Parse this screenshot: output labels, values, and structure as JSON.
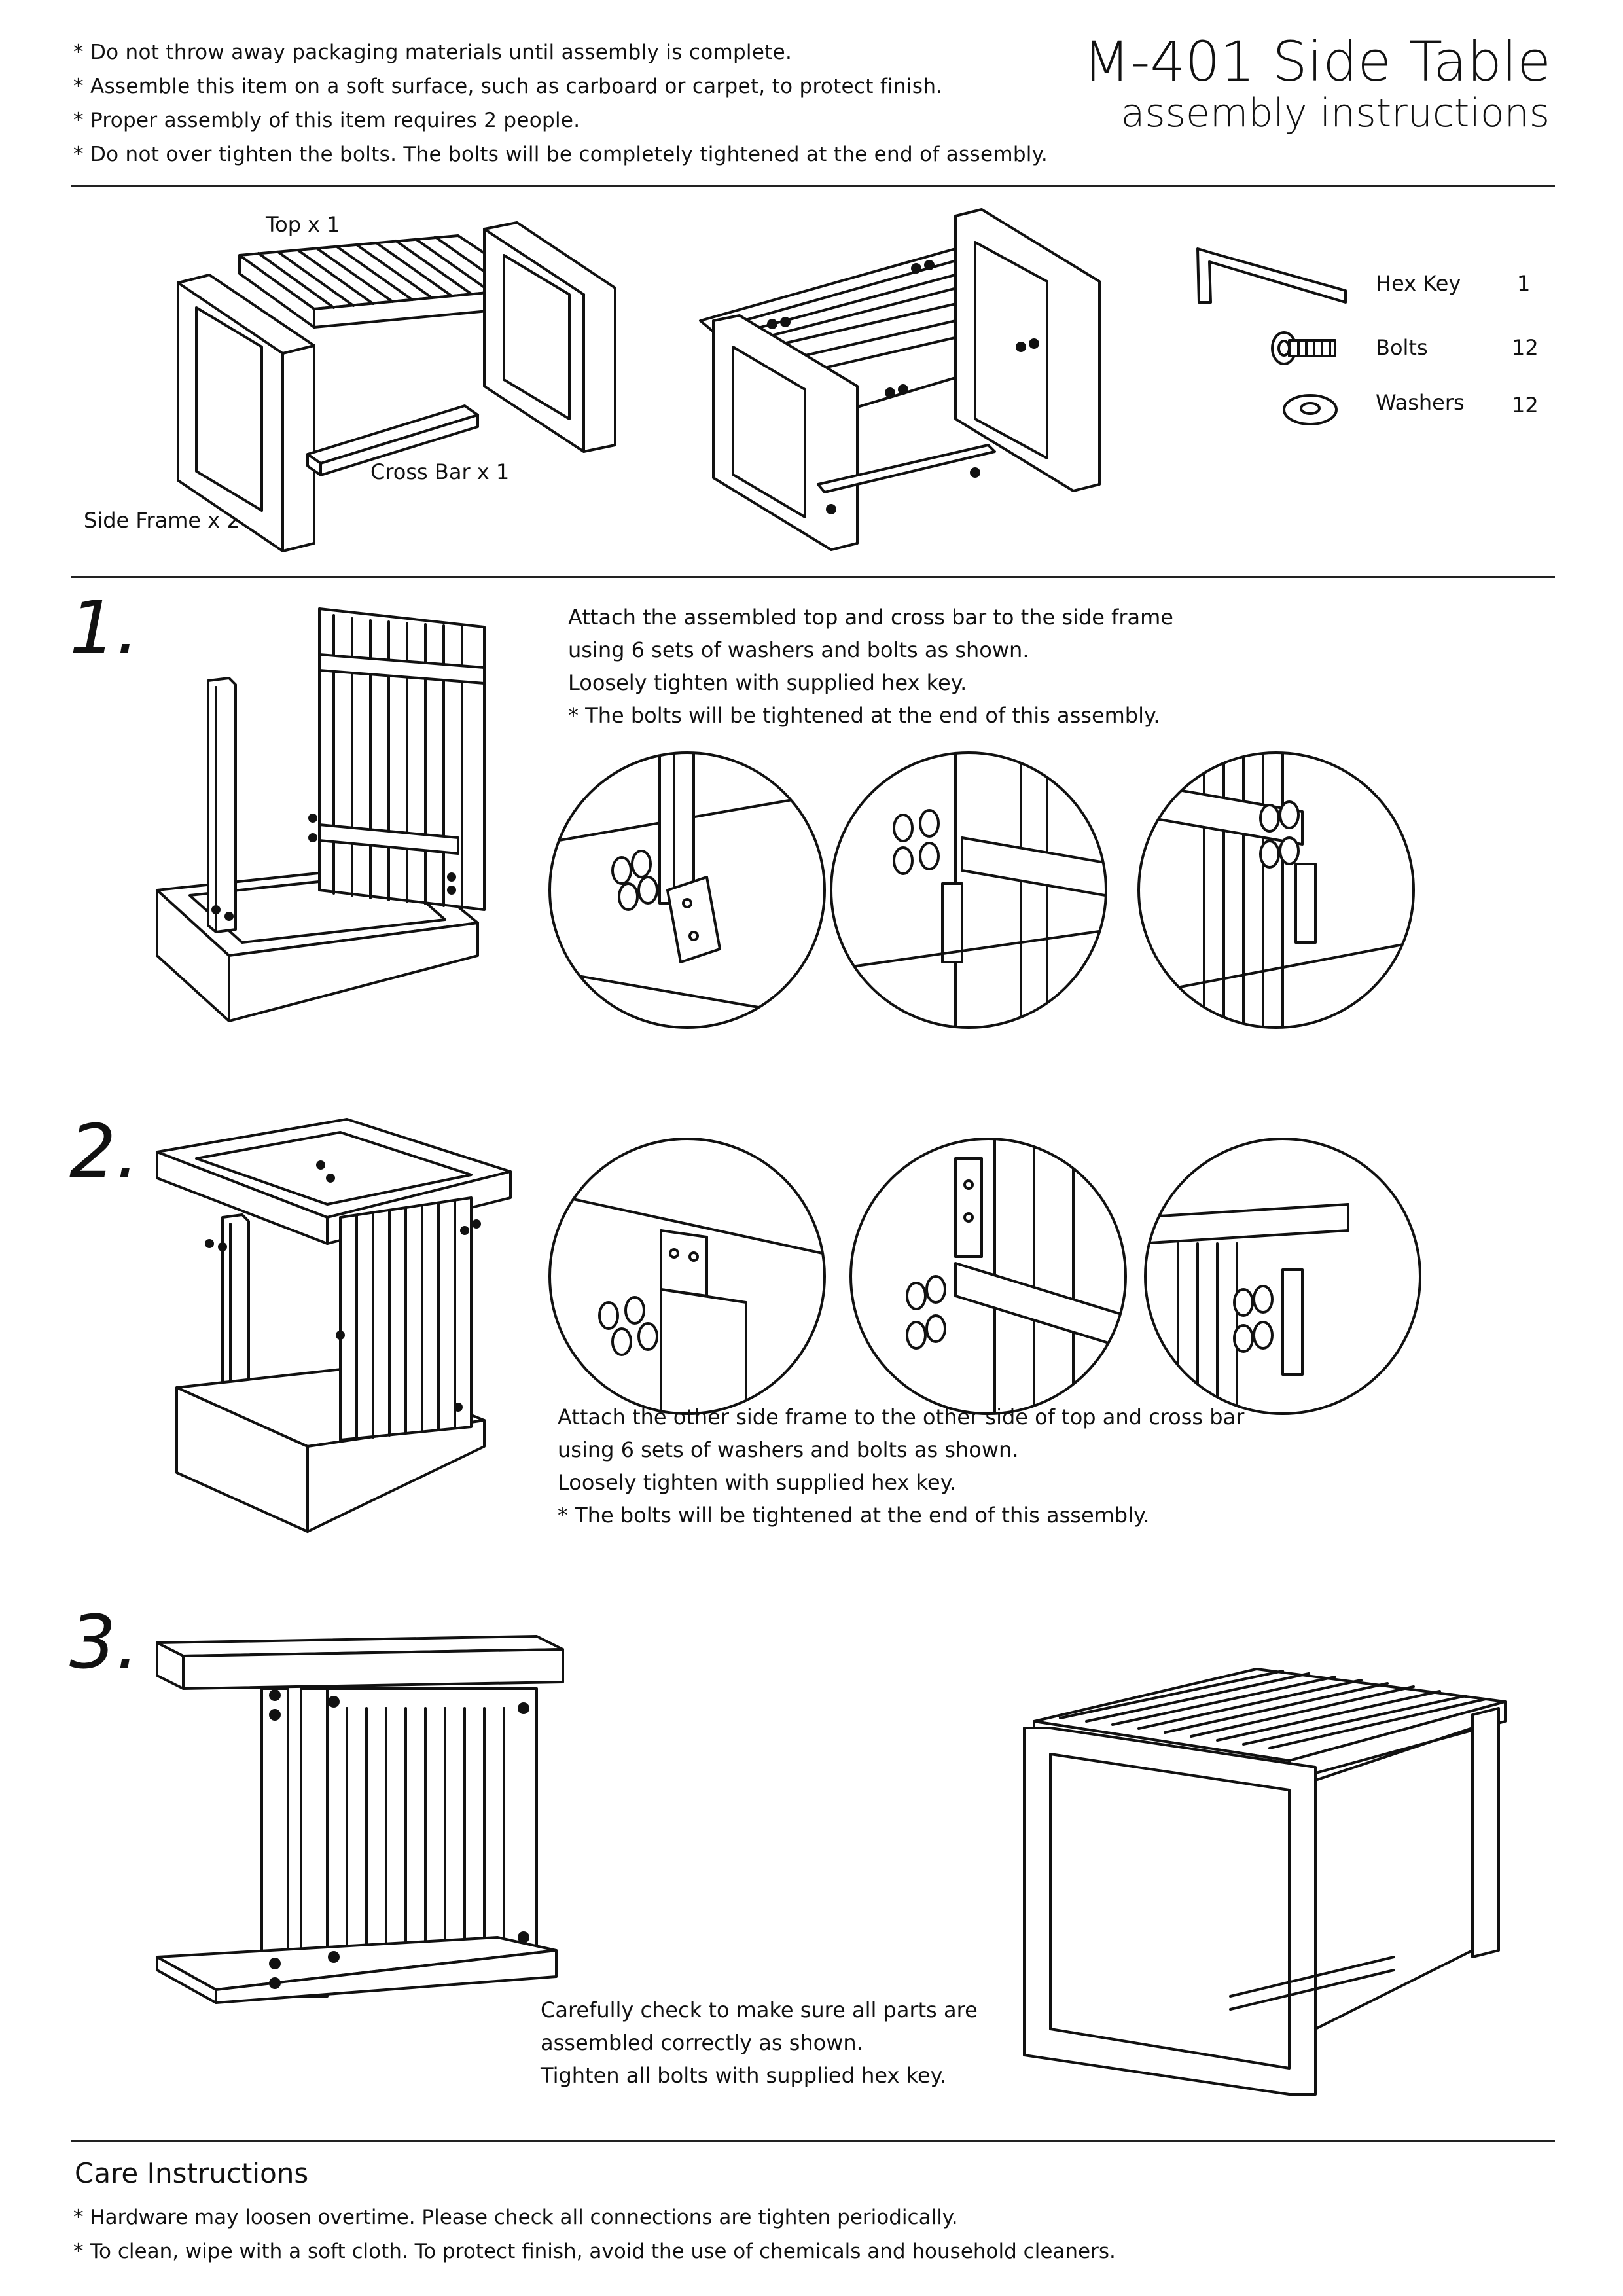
{
  "header": {
    "notes": [
      "* Do not throw away packaging materials until assembly is complete.",
      "* Assemble this item on a soft surface, such as carboard or carpet, to protect finish.",
      "* Proper assembly of this item requires 2 people.",
      "* Do not over tighten the bolts.  The bolts will be completely tightened at the end of assembly."
    ],
    "title": "M-401 Side Table",
    "subtitle": "assembly instructions"
  },
  "parts": {
    "top": "Top x 1",
    "cross_bar": "Cross Bar x 1",
    "side_frame": "Side Frame x 2"
  },
  "hardware": [
    {
      "name": "Hex Key",
      "qty": "1",
      "icon": "hex-key-icon"
    },
    {
      "name": "Bolts",
      "qty": "12",
      "icon": "bolt-icon"
    },
    {
      "name": "Washers",
      "qty": "12",
      "icon": "washer-icon"
    }
  ],
  "steps": [
    {
      "number": "1.",
      "lines": [
        "Attach the assembled top and cross bar to the side frame",
        "using 6 sets of washers and bolts as shown.",
        "Loosely tighten with supplied hex key.",
        "* The bolts will be tightened at the end of this assembly."
      ]
    },
    {
      "number": "2.",
      "lines": [
        "Attach the other side frame to the other side of top and cross bar",
        "using 6 sets of washers and bolts as shown.",
        "Loosely tighten with supplied hex key.",
        "* The bolts will be tightened at the end of this assembly."
      ]
    },
    {
      "number": "3.",
      "lines": [
        "Carefully check to make sure all parts are",
        "assembled correctly as shown.",
        "Tighten all bolts with supplied hex key."
      ]
    }
  ],
  "care": {
    "title": "Care Instructions",
    "lines": [
      "* Hardware may loosen overtime.  Please check all connections are tighten periodically.",
      "* To clean, wipe with a soft cloth.  To protect finish, avoid the use of chemicals and household cleaners."
    ]
  }
}
